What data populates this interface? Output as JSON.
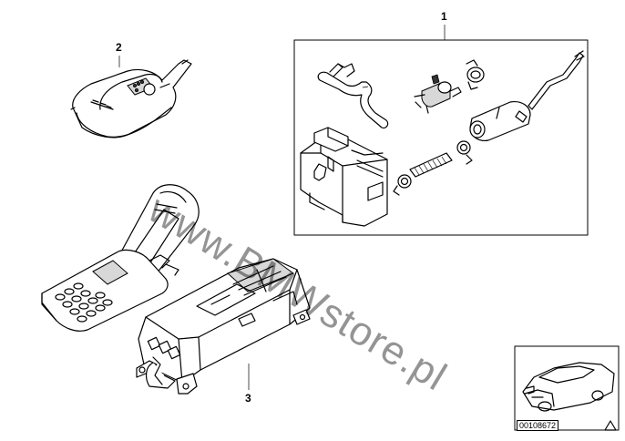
{
  "callouts": {
    "item1": "1",
    "item2": "2",
    "item3": "3"
  },
  "watermark": "www.BMWstore.pl",
  "thumbnail": {
    "reference_code": "00108672"
  },
  "colors": {
    "line": "#000000",
    "background": "#ffffff",
    "watermark": "#6b6b6b"
  }
}
